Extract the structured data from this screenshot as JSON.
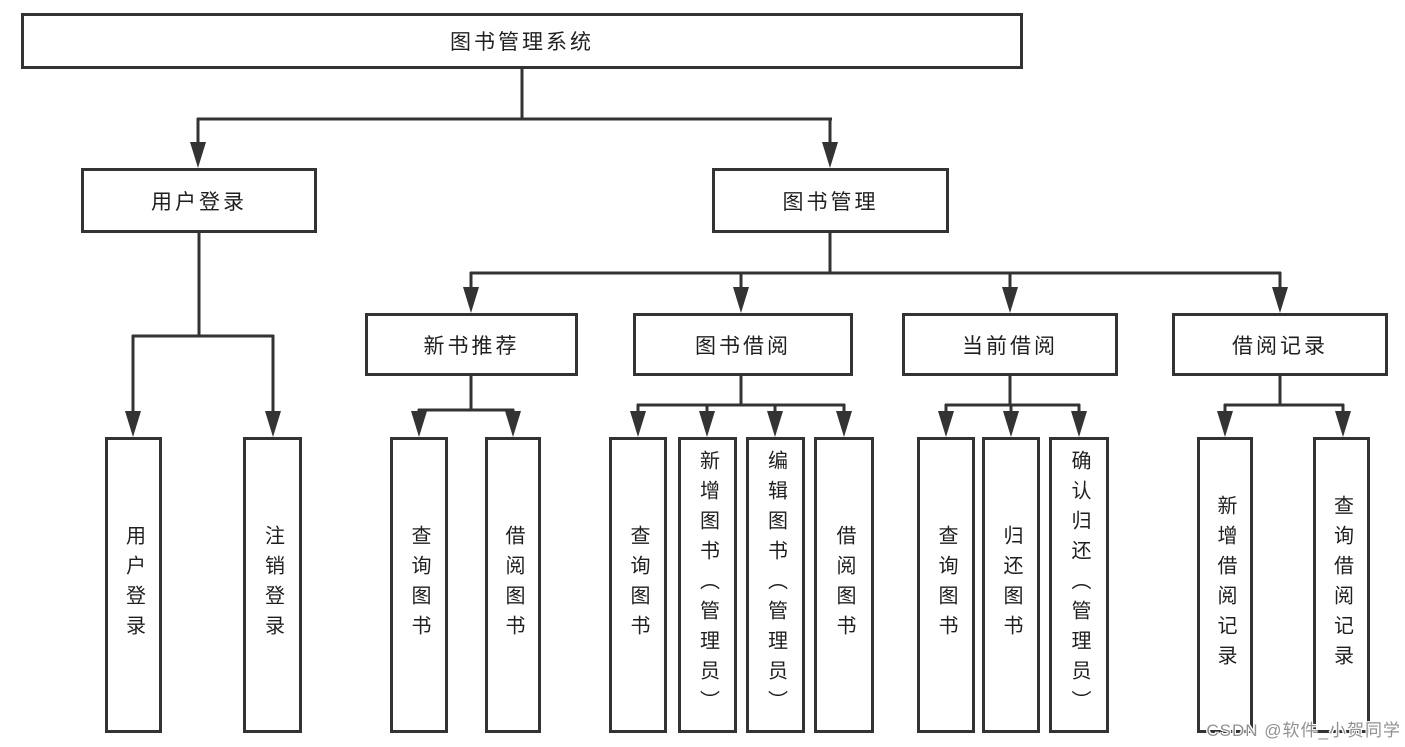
{
  "tree": {
    "label": "图书管理系统",
    "children": [
      {
        "label": "用户登录",
        "children": [
          {
            "label": "用户登录"
          },
          {
            "label": "注销登录"
          }
        ]
      },
      {
        "label": "图书管理",
        "children": [
          {
            "label": "新书推荐",
            "children": [
              {
                "label": "查询图书"
              },
              {
                "label": "借阅图书"
              }
            ]
          },
          {
            "label": "图书借阅",
            "children": [
              {
                "label": "查询图书"
              },
              {
                "label": "新增图书（管理员）"
              },
              {
                "label": "编辑图书（管理员）"
              },
              {
                "label": "借阅图书"
              }
            ]
          },
          {
            "label": "当前借阅",
            "children": [
              {
                "label": "查询图书"
              },
              {
                "label": "归还图书"
              },
              {
                "label": "确认归还（管理员）"
              }
            ]
          },
          {
            "label": "借阅记录",
            "children": [
              {
                "label": "新增借阅记录"
              },
              {
                "label": "查询借阅记录"
              }
            ]
          }
        ]
      }
    ]
  },
  "watermark": {
    "text": "CSDN @软件_小贺同学"
  },
  "colors": {
    "line": "#333333",
    "text": "#1f1f1f",
    "watermark": "#919191",
    "background": "#ffffff"
  }
}
